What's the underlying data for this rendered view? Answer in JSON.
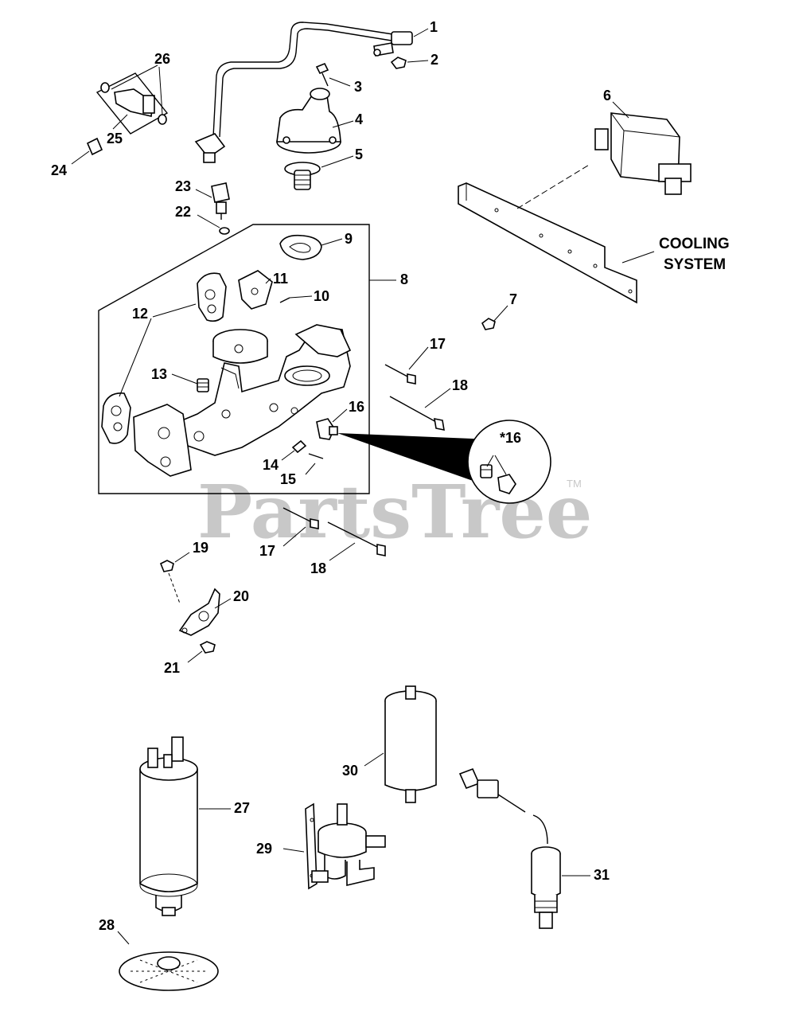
{
  "watermark": {
    "text": "PartsTree",
    "trademark": "TM"
  },
  "callouts": {
    "c1": "1",
    "c2": "2",
    "c3": "3",
    "c4": "4",
    "c5": "5",
    "c6": "6",
    "c7": "7",
    "c8": "8",
    "c9": "9",
    "c10": "10",
    "c11": "11",
    "c12": "12",
    "c13": "13",
    "c14": "14",
    "c15": "15",
    "c16": "16",
    "c16_detail": "*16",
    "c17a": "17",
    "c17b": "17",
    "c18a": "18",
    "c18b": "18",
    "c19": "19",
    "c20": "20",
    "c21": "21",
    "c22": "22",
    "c23": "23",
    "c24": "24",
    "c25": "25",
    "c26": "26",
    "c27": "27",
    "c28": "28",
    "c29": "29",
    "c30": "30",
    "c31": "31"
  },
  "reference_label": {
    "line1": "COOLING",
    "line2": "SYSTEM"
  }
}
